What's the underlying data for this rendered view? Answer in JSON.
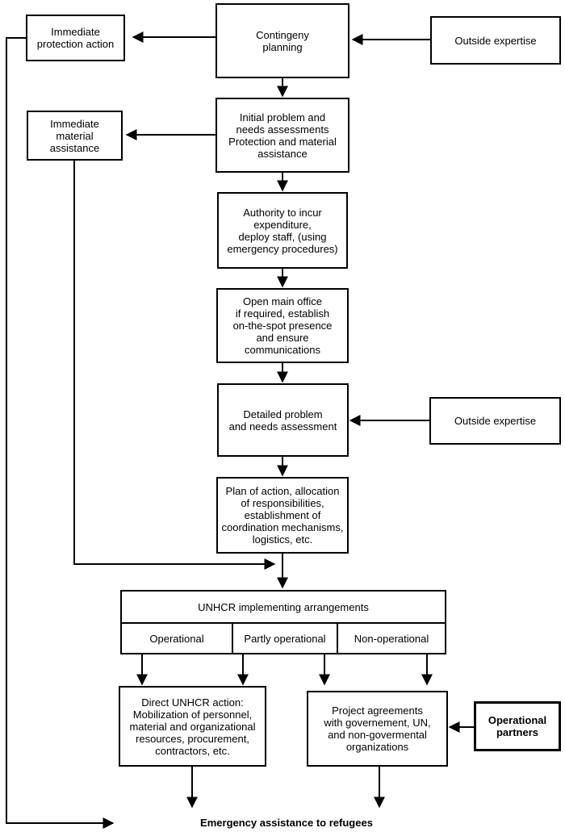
{
  "boxes": {
    "contingency_planning": "Contingeny\nplanning",
    "immediate_protection": "Immediate\nprotection action",
    "outside_expertise_top": "Outside expertise",
    "immediate_material": "Immediate\nmaterial\nassistance",
    "initial_assessment": "Initial problem and\nneeds assessments\nProtection and material\nassistance",
    "authority": "Authority to incur\nexpenditure,\ndeploy staff, (using\nemergency procedures)",
    "open_office": "Open main office\nif required, establish\non-the-spot presence\nand ensure\ncommunications",
    "detailed_assessment": "Detailed problem\nand needs assessment",
    "outside_expertise_mid": "Outside expertise",
    "plan_of_action": "Plan of action, allocation\nof responsibilities,\nestablishment of\ncoordination mechanisms,\nlogistics, etc.",
    "direct_action": "Direct UNHCR action:\nMobilization of personnel,\nmaterial and organizational\nresources, procurement,\ncontractors, etc.",
    "project_agreements": "Project agreements\nwith governement, UN,\nand non-govermental\norganizations",
    "operational_partners": "Operational\npartners"
  },
  "arrangements": {
    "title": "UNHCR implementing arrangements",
    "operational": "Operational",
    "partly_operational": "Partly operational",
    "non_operational": "Non-operational"
  },
  "output": "Emergency assistance to refugees"
}
